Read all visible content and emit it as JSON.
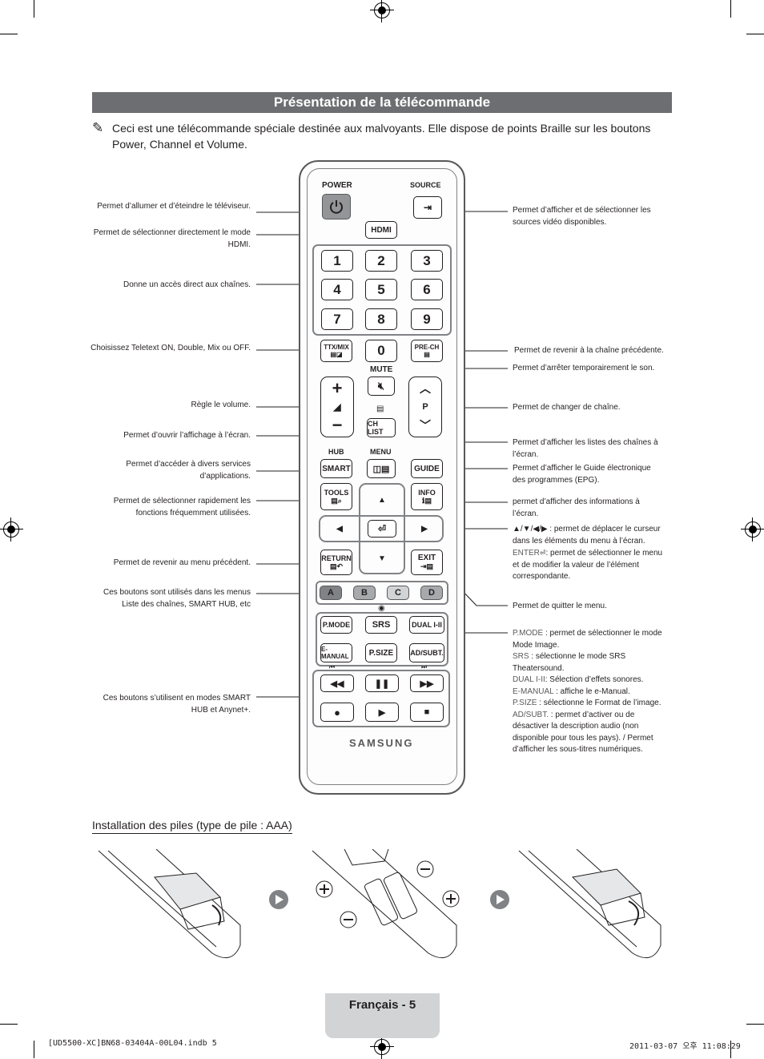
{
  "page": {
    "title": "Présentation de la télécommande",
    "intro_icon": "✎",
    "intro": "Ceci est une télécommande spéciale destinée aux malvoyants. Elle dispose de points Braille sur les boutons Power, Channel et Volume.",
    "battery_title": "Installation des piles (type de pile : AAA)",
    "footer_page": "Français - 5",
    "footer_file": "[UD5500-XC]BN68-03404A-00L04.indb   5",
    "footer_date": "2011-03-07   오후 11:08:29"
  },
  "left_notes": {
    "power": "Permet d’allumer et d’éteindre le téléviseur.",
    "hdmi": "Permet de sélectionner directement le mode HDMI.",
    "numbers": "Donne un accès direct aux chaînes.",
    "ttx": "Choisissez Teletext ON, Double, Mix ou OFF.",
    "volume": "Règle le volume.",
    "menu": "Permet d’ouvrir l’affichage à l’écran.",
    "smart": "Permet d’accéder à divers services d’applications.",
    "tools": "Permet de sélectionner rapidement les fonctions fréquemment utilisées.",
    "return": "Permet de revenir au menu précédent.",
    "abcd_1": "Ces boutons sont utilisés dans les menus",
    "abcd_2a": "Liste des chaînes",
    "abcd_2b": ", ",
    "abcd_2c": "SMART HUB",
    "abcd_2d": ", etc",
    "media_1": "Ces boutons s’utilisent en modes ",
    "media_2": "SMART",
    "media_3": "HUB",
    "media_4": " et ",
    "media_5": "Anynet+",
    "media_6": "."
  },
  "right_notes": {
    "source": "Permet d’afficher et de sélectionner les sources vidéo disponibles.",
    "prech": "Permet de revenir à la chaîne précédente.",
    "mute": "Permet d’arrêter temporairement le son.",
    "channel": "Permet de changer de chaîne.",
    "chlist": "Permet d’afficher les listes des chaînes à l’écran.",
    "guide": "Permet d’afficher le Guide électronique des programmes (EPG).",
    "info": "permet d’afficher des informations à l’écran.",
    "nav_1": "▲/▼/◀/▶ : permet de déplacer le curseur dans les éléments du menu à l’écran.",
    "nav_2_key": "ENTER",
    "nav_2": ": permet de sélectionner le menu et de modifier la valeur de l’élément correspondante.",
    "exit": "Permet de quitter le menu.",
    "pmode_key": "P.MODE",
    "pmode": " : permet de sélectionner le mode ",
    "pmode_val": "Mode Image",
    "srs_key": "SRS",
    "srs": " : sélectionne le mode ",
    "srs_val": "SRS Theatersound",
    "dual_key": "DUAL I-II",
    "dual": ": Sélection d’effets sonores.",
    "emanual_key": "E-MANUAL",
    "emanual": " : affiche le ",
    "emanual_val": "e-Manual",
    "psize_key": "P.SIZE",
    "psize": " : sélectionne le ",
    "psize_val": "Format de l’image",
    "adsubt_key": "AD/SUBT.",
    "adsubt": " : permet d’activer ou de désactiver la description audio (non disponible pour tous les pays). / Permet d’afficher les sous-titres numériques."
  },
  "remote": {
    "power": "POWER",
    "source": "SOURCE",
    "hdmi": "HDMI",
    "digits": [
      "1",
      "2",
      "3",
      "4",
      "5",
      "6",
      "7",
      "8",
      "9"
    ],
    "zero": "0",
    "ttx": "TTX/MIX",
    "prech": "PRE-CH",
    "mute": "MUTE",
    "p": "P",
    "chlist": "CH LIST",
    "hub": "HUB",
    "menu": "MENU",
    "smart": "SMART",
    "guide": "GUIDE",
    "tools": "TOOLS",
    "info": "INFO",
    "return": "RETURN",
    "exit": "EXIT",
    "colors": [
      "A",
      "B",
      "C",
      "D"
    ],
    "color_fills": [
      "#808285",
      "#a7a9ac",
      "#d1d3d4",
      "#a7a9ac"
    ],
    "pmode": "P.MODE",
    "srs": "SRS",
    "dual": "DUAL I-II",
    "emanual": "E-MANUAL",
    "psize": "P.SIZE",
    "adsubt": "AD/SUBT.",
    "brand": "SAMSUNG"
  }
}
